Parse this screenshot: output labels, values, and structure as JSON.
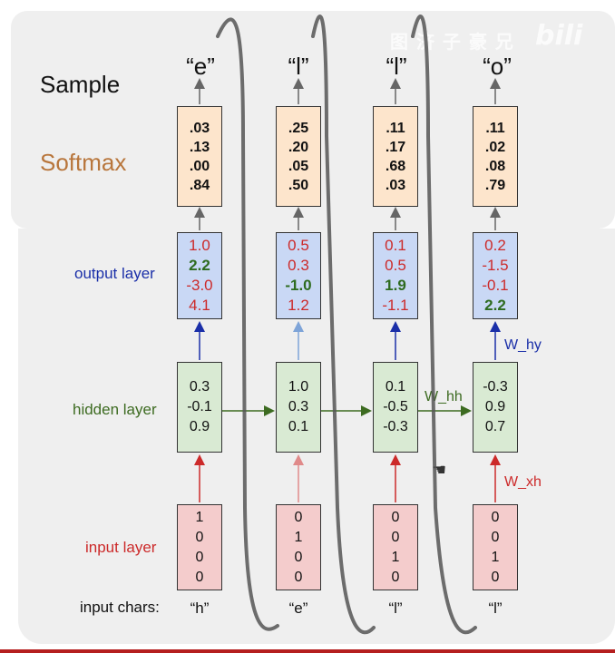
{
  "row_labels": {
    "sample": "Sample",
    "softmax": "Softmax",
    "output": "output layer",
    "hidden": "hidden layer",
    "input": "input layer",
    "input_chars": "input chars:"
  },
  "samples": [
    "“e”",
    "“l”",
    "“l”",
    "“o”"
  ],
  "input_chars": [
    "“h”",
    "“e”",
    "“l”",
    "“l”"
  ],
  "softmax": [
    [
      ".03",
      ".13",
      ".00",
      ".84"
    ],
    [
      ".25",
      ".20",
      ".05",
      ".50"
    ],
    [
      ".11",
      ".17",
      ".68",
      ".03"
    ],
    [
      ".11",
      ".02",
      ".08",
      ".79"
    ]
  ],
  "output": [
    [
      {
        "t": "1.0",
        "k": "neg"
      },
      {
        "t": "2.2",
        "k": "pos"
      },
      {
        "t": "-3.0",
        "k": "neg"
      },
      {
        "t": "4.1",
        "k": "neg"
      }
    ],
    [
      {
        "t": "0.5",
        "k": "neg"
      },
      {
        "t": "0.3",
        "k": "neg"
      },
      {
        "t": "-1.0",
        "k": "pos"
      },
      {
        "t": "1.2",
        "k": "neg"
      }
    ],
    [
      {
        "t": "0.1",
        "k": "neg"
      },
      {
        "t": "0.5",
        "k": "neg"
      },
      {
        "t": "1.9",
        "k": "pos"
      },
      {
        "t": "-1.1",
        "k": "neg"
      }
    ],
    [
      {
        "t": "0.2",
        "k": "neg"
      },
      {
        "t": "-1.5",
        "k": "neg"
      },
      {
        "t": "-0.1",
        "k": "neg"
      },
      {
        "t": "2.2",
        "k": "pos"
      }
    ]
  ],
  "hidden": [
    [
      "0.3",
      "-0.1",
      "0.9"
    ],
    [
      "1.0",
      "0.3",
      "0.1"
    ],
    [
      "0.1",
      "-0.5",
      "-0.3"
    ],
    [
      "-0.3",
      "0.9",
      "0.7"
    ]
  ],
  "input": [
    [
      "1",
      "0",
      "0",
      "0"
    ],
    [
      "0",
      "1",
      "0",
      "0"
    ],
    [
      "0",
      "0",
      "1",
      "0"
    ],
    [
      "0",
      "0",
      "1",
      "0"
    ]
  ],
  "weights": {
    "w_hy": "W_hy",
    "w_hh": "W_hh",
    "w_xh": "W_xh"
  },
  "watermark": "图 济 子 豪 兄",
  "bili_logo": "bili",
  "colors": {
    "softmax_fill": "#fde5cc",
    "output_fill": "#c9d8f5",
    "hidden_fill": "#d9ead3",
    "input_fill": "#f4cccc",
    "red": "#cc2a2a",
    "green": "#2e6b1f",
    "blue": "#1a2fa8"
  }
}
